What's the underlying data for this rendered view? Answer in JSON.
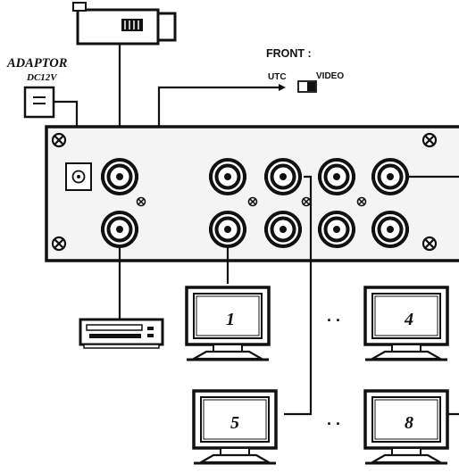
{
  "adaptor": {
    "label": "ADAPTOR",
    "voltage": "DC12V"
  },
  "front_switch": {
    "title": "FRONT :",
    "left_label": "UTC",
    "right_label": "VIDEO"
  },
  "monitors": [
    {
      "number": "1"
    },
    {
      "number": "4"
    },
    {
      "number": "5"
    },
    {
      "number": "8"
    }
  ],
  "ellipsis_top": ". .",
  "ellipsis_bottom": ". .",
  "colors": {
    "ink": "#111111",
    "paper": "#ffffff",
    "panel_fill": "#f4f4f4"
  },
  "icons": [
    "camera-icon",
    "power-adaptor-icon",
    "dvr-recorder-icon",
    "monitor-icon",
    "bnc-connector-icon",
    "screw-icon",
    "slide-switch-icon"
  ]
}
